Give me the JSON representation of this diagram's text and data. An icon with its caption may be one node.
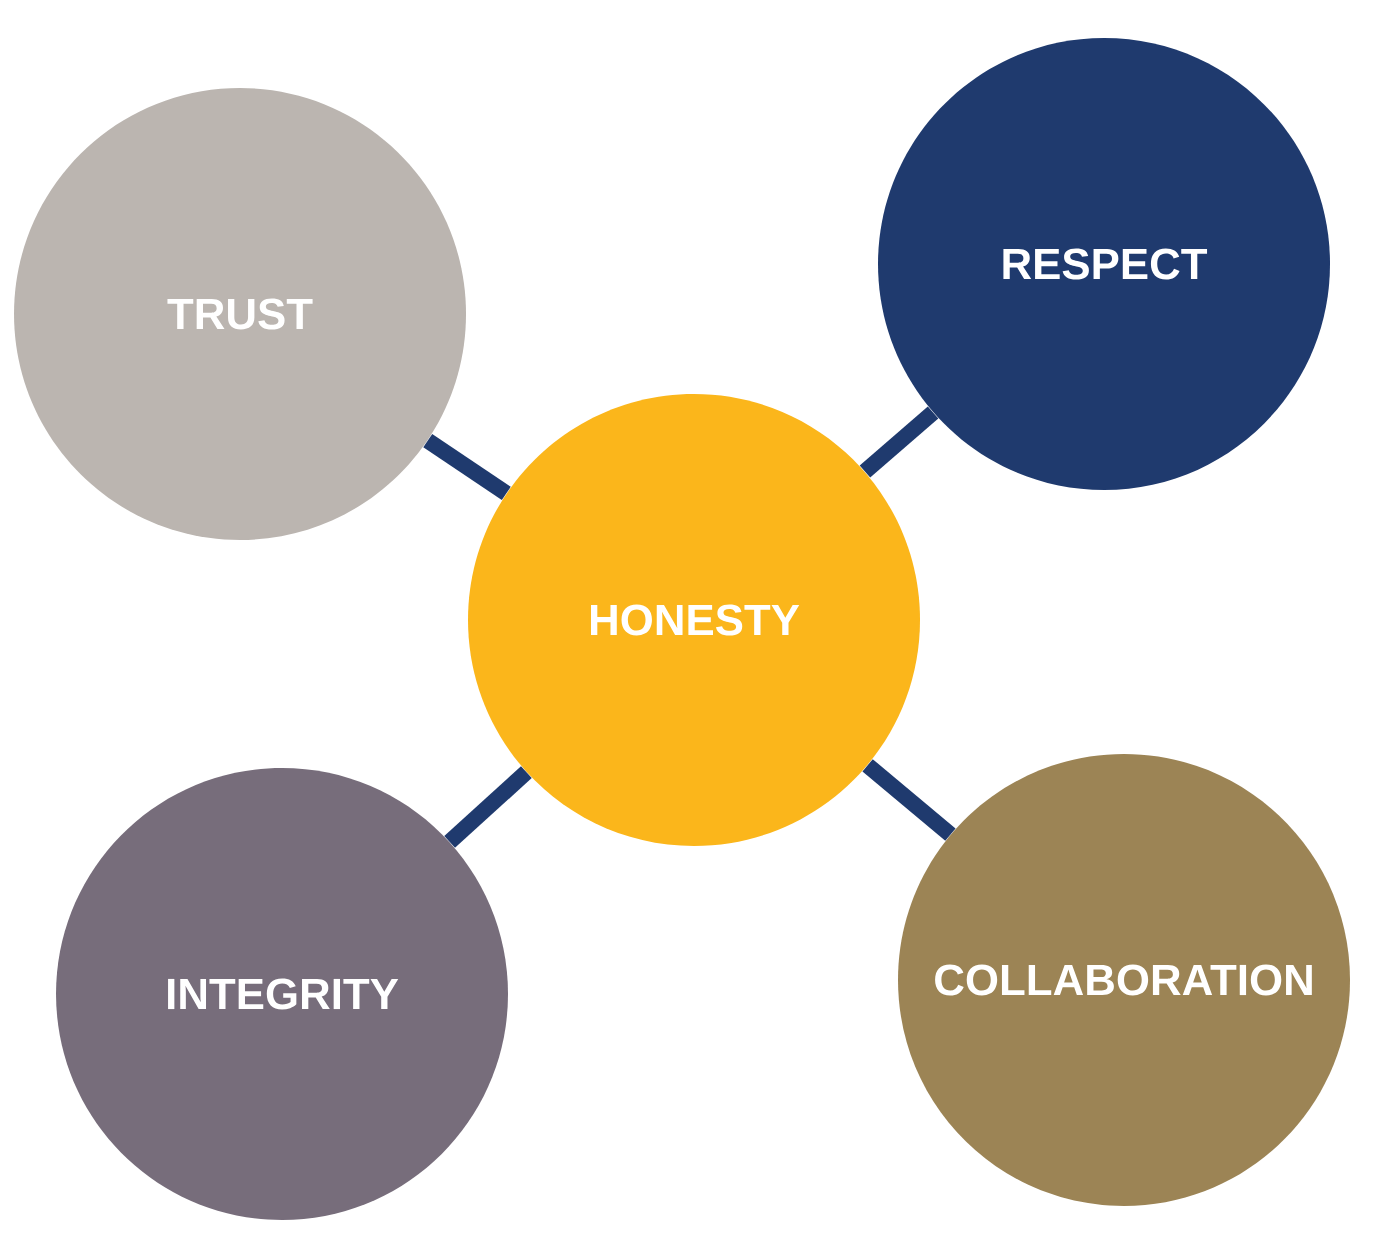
{
  "diagram": {
    "nodes": [
      {
        "text": [
          "TRUST"
        ]
      },
      {
        "text": [
          "RESPECT"
        ]
      },
      {
        "text": [
          "HONESTY"
        ]
      },
      {
        "text": [
          "INTEGRITY"
        ]
      },
      {
        "text": [
          "COLLABORATION"
        ]
      }
    ],
    "edges": [
      {
        "from": 2,
        "to": 0,
        "arrow": "none"
      },
      {
        "from": 2,
        "to": 1,
        "arrow": "none"
      },
      {
        "from": 2,
        "to": 3,
        "arrow": "none"
      },
      {
        "from": 2,
        "to": 4,
        "arrow": "none"
      }
    ]
  }
}
